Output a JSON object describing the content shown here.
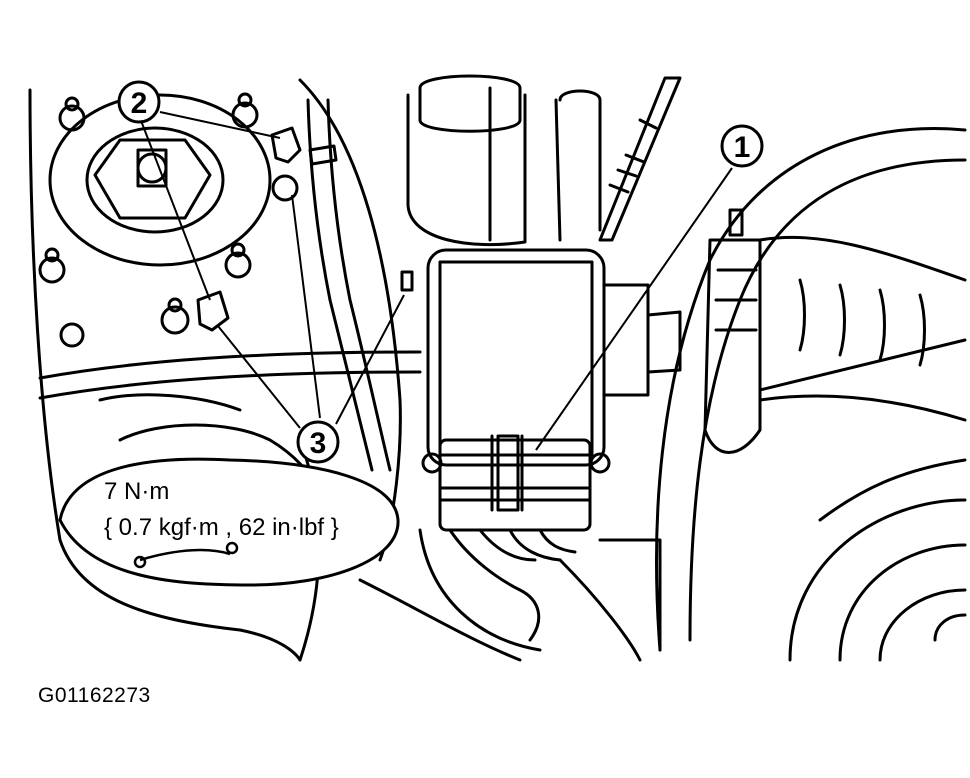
{
  "callouts": [
    {
      "id": "callout-1",
      "label": "1"
    },
    {
      "id": "callout-2",
      "label": "2"
    },
    {
      "id": "callout-3",
      "label": "3"
    }
  ],
  "torque": {
    "line1": "7 N·m",
    "line2": "{ 0.7 kgf·m , 62 in·lbf }"
  },
  "figure_id": "G01162273",
  "colors": {
    "ink": "#000000",
    "paper": "#ffffff"
  }
}
